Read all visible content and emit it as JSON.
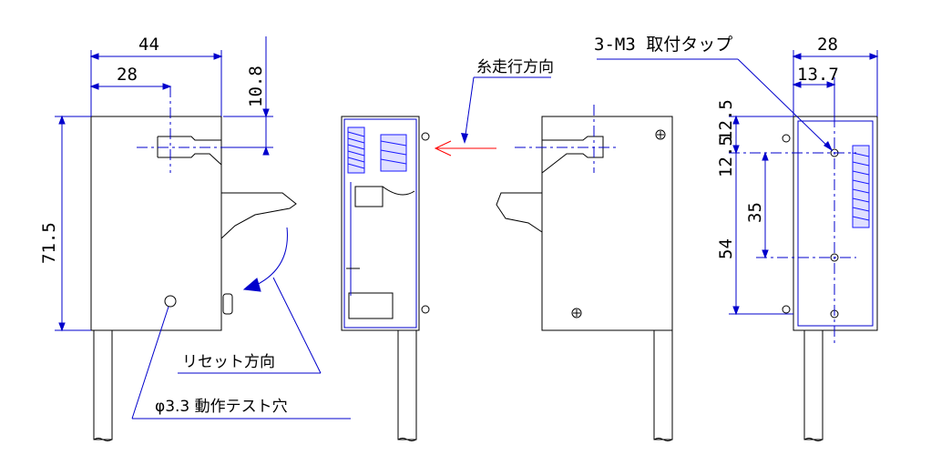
{
  "dimensions": {
    "width_total": "44",
    "width_partial": "28",
    "offset_top": "10.8",
    "height_total": "71.5",
    "side_width_total": "28",
    "side_width_partial": "13.7",
    "tap_top": "12.5",
    "tap_to_first": "12.5",
    "tap_pitch": "35",
    "tap_span": "54"
  },
  "annotations": {
    "thread_direction": "糸走行方向",
    "reset_direction": "リセット方向",
    "test_hole": "φ3.3 動作テスト穴",
    "mounting_tap": "3-M3 取付タップ"
  },
  "colors": {
    "outline": "#000000",
    "dimension": "#0000cc",
    "spring": "#1a1aff",
    "direction_arrow": "#ff0000"
  }
}
